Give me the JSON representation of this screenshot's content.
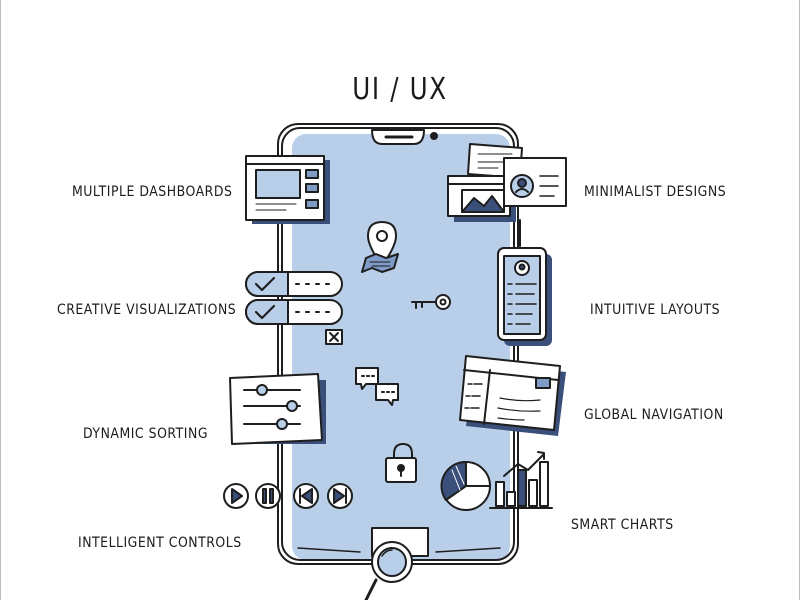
{
  "title": "UI / UX",
  "labels": {
    "multiple_dashboards": "MULTIPLE DASHBOARDS",
    "creative_visualizations": "CREATIVE VISUALIZATIONS",
    "dynamic_sorting": "DYNAMIC SORTING",
    "intelligent_controls": "INTELLIGENT CONTROLS",
    "minimalist_designs": "MINIMALIST DESIGNS",
    "intuitive_layouts": "INTUITIVE LAYOUTS",
    "global_navigation": "GLOBAL NAVIGATION",
    "smart_charts": "SMART CHARTS"
  },
  "colors": {
    "ink": "#1e1e1e",
    "fill": "#b9cfe9",
    "accent": "#3a4f7a",
    "paper": "#ffffff"
  },
  "icons": [
    "smartphone-icon",
    "map-pin-icon",
    "key-icon",
    "chat-bubbles-icon",
    "padlock-icon",
    "pie-chart-icon",
    "bar-chart-icon",
    "magnifier-icon",
    "dashboard-window-icon",
    "toggle-switches-icon",
    "sliders-icon",
    "media-controls-icon",
    "profile-card-icon",
    "mobile-layout-icon",
    "navigation-window-icon"
  ]
}
